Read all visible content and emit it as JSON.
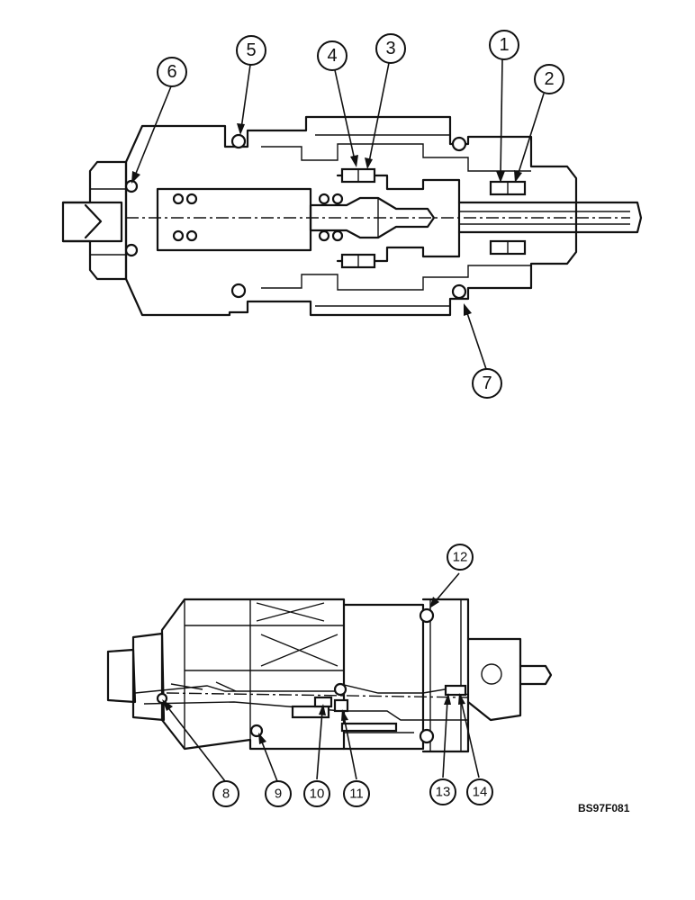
{
  "figure_code": "BS97F081",
  "callouts": {
    "c1": "1",
    "c2": "2",
    "c3": "3",
    "c4": "4",
    "c5": "5",
    "c6": "6",
    "c7": "7",
    "c8": "8",
    "c9": "9",
    "c10": "10",
    "c11": "11",
    "c12": "12",
    "c13": "13",
    "c14": "14"
  }
}
